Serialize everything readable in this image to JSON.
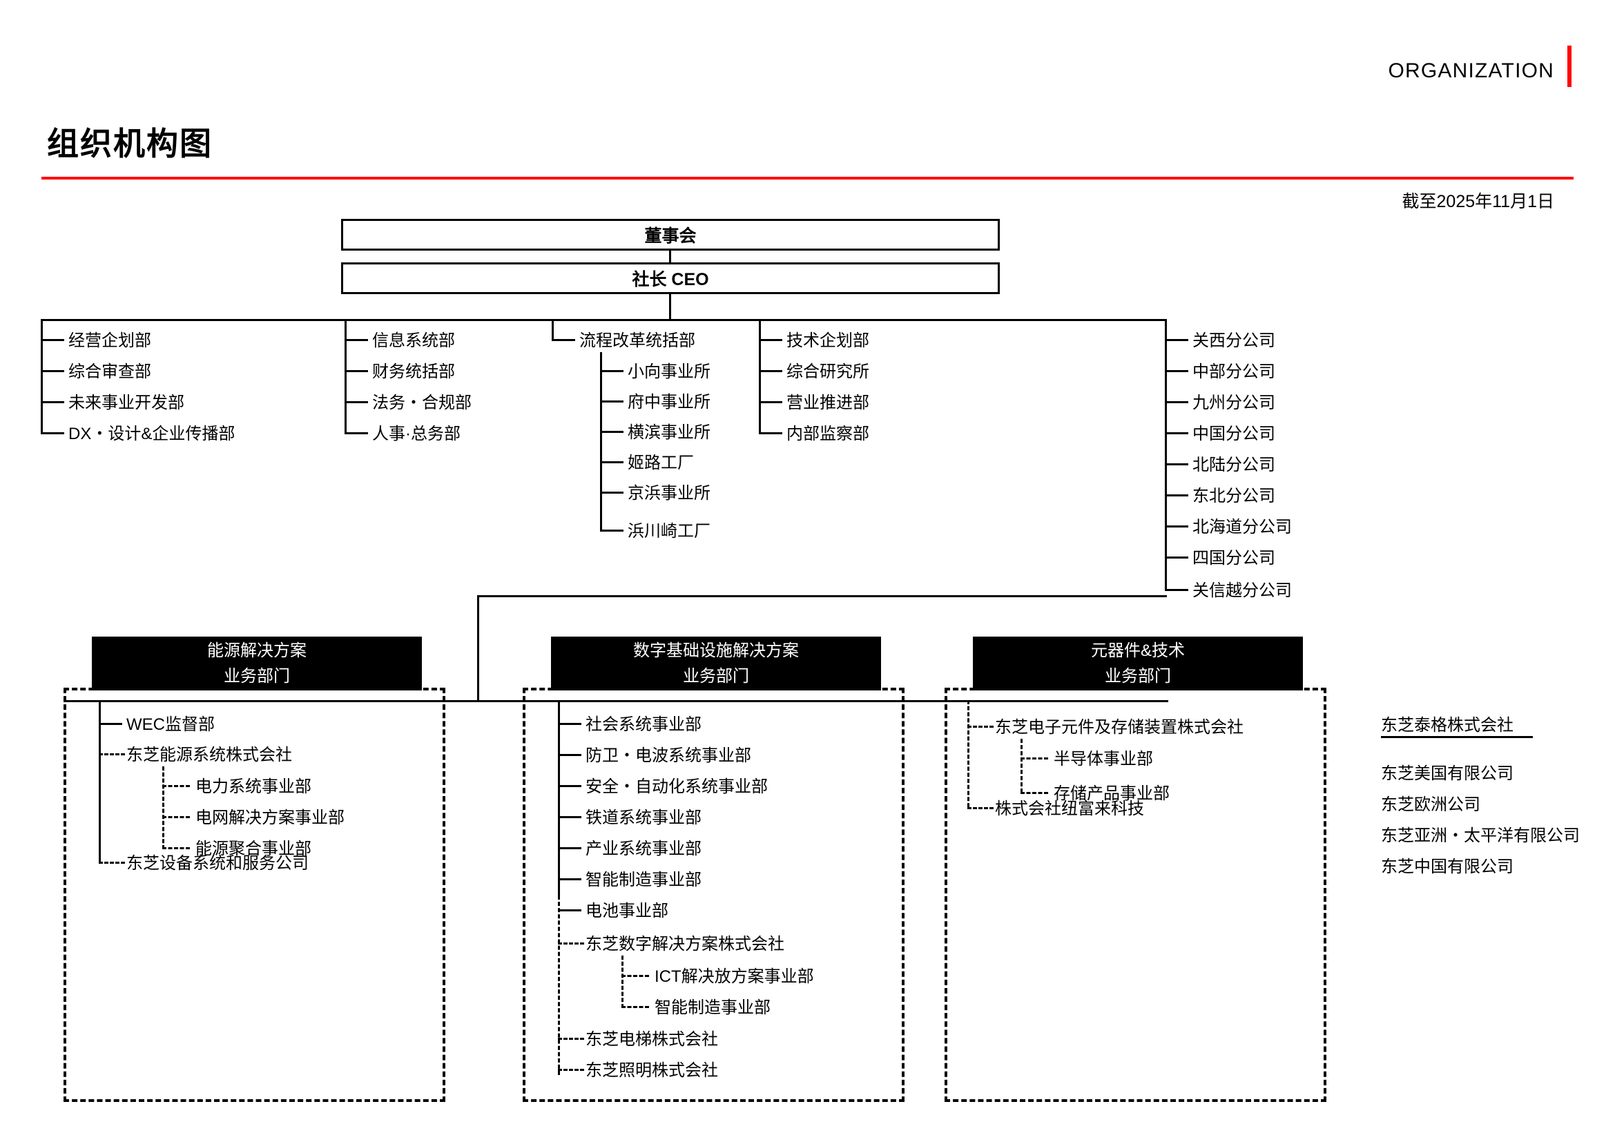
{
  "header": {
    "eyebrow": "ORGANIZATION",
    "title": "组织机构图",
    "as_of": "截至2025年11月1日",
    "accent_color": "#ff0000"
  },
  "top": {
    "board": "董事会",
    "ceo": "社长 CEO"
  },
  "corporate_columns": [
    {
      "name": "col-1",
      "items": [
        {
          "label": "经营企划部"
        },
        {
          "label": "综合审查部"
        },
        {
          "label": "未来事业开发部"
        },
        {
          "label": "DX・设计&企业传播部"
        }
      ]
    },
    {
      "name": "col-2",
      "items": [
        {
          "label": "信息系统部"
        },
        {
          "label": "财务统括部"
        },
        {
          "label": "法务・合规部"
        },
        {
          "label": "人事·总务部"
        }
      ]
    },
    {
      "name": "col-3",
      "items": [
        {
          "label": "流程改革统括部"
        }
      ],
      "children": [
        {
          "label": "小向事业所"
        },
        {
          "label": "府中事业所"
        },
        {
          "label": "横滨事业所"
        },
        {
          "label": "姬路工厂"
        },
        {
          "label": "京浜事业所"
        },
        {
          "label": "浜川崎工厂"
        }
      ]
    },
    {
      "name": "col-4",
      "items": [
        {
          "label": "技术企划部"
        },
        {
          "label": "综合研究所"
        },
        {
          "label": "营业推进部"
        },
        {
          "label": "内部监察部"
        }
      ]
    },
    {
      "name": "col-5",
      "items": [
        {
          "label": "关西分公司"
        },
        {
          "label": "中部分公司"
        },
        {
          "label": "九州分公司"
        },
        {
          "label": "中国分公司"
        },
        {
          "label": "北陆分公司"
        },
        {
          "label": "东北分公司"
        },
        {
          "label": "北海道分公司"
        },
        {
          "label": "四国分公司"
        },
        {
          "label": "关信越分公司"
        }
      ]
    }
  ],
  "divisions": [
    {
      "key": "energy",
      "header_line1": "能源解决方案",
      "header_line2": "业务部门",
      "nodes": [
        {
          "label": "WEC监督部",
          "level": 1,
          "style": "solid"
        },
        {
          "label": "东芝能源系统株式会社",
          "level": 1,
          "style": "dashed"
        },
        {
          "label": "电力系统事业部",
          "level": 2,
          "style": "dashed"
        },
        {
          "label": "电网解决方案事业部",
          "level": 2,
          "style": "dashed"
        },
        {
          "label": "能源聚合事业部",
          "level": 2,
          "style": "dashed"
        },
        {
          "label": "东芝设备系统和服务公司",
          "level": 1,
          "style": "dashed"
        }
      ]
    },
    {
      "key": "digital",
      "header_line1": "数字基础设施解决方案",
      "header_line2": "业务部门",
      "nodes": [
        {
          "label": "社会系统事业部",
          "level": 1,
          "style": "solid"
        },
        {
          "label": "防卫・电波系统事业部",
          "level": 1,
          "style": "solid"
        },
        {
          "label": "安全・自动化系统事业部",
          "level": 1,
          "style": "solid"
        },
        {
          "label": "铁道系统事业部",
          "level": 1,
          "style": "solid"
        },
        {
          "label": "产业系统事业部",
          "level": 1,
          "style": "solid"
        },
        {
          "label": "智能制造事业部",
          "level": 1,
          "style": "solid"
        },
        {
          "label": "电池事业部",
          "level": 1,
          "style": "solid"
        },
        {
          "label": "东芝数字解决方案株式会社",
          "level": 1,
          "style": "dashed"
        },
        {
          "label": "ICT解决放方案事业部",
          "level": 2,
          "style": "dashed"
        },
        {
          "label": "智能制造事业部",
          "level": 2,
          "style": "dashed"
        },
        {
          "label": "东芝电梯株式会社",
          "level": 1,
          "style": "dashed"
        },
        {
          "label": "东芝照明株式会社",
          "level": 1,
          "style": "dashed"
        }
      ]
    },
    {
      "key": "devices",
      "header_line1": "元器件&技术",
      "header_line2": "业务部门",
      "nodes": [
        {
          "label": "东芝电子元件及存储装置株式会社",
          "level": 1,
          "style": "dashed"
        },
        {
          "label": "半导体事业部",
          "level": 2,
          "style": "dashed"
        },
        {
          "label": "存储产品事业部",
          "level": 2,
          "style": "dashed"
        },
        {
          "label": "株式会社纽富来科技",
          "level": 1,
          "style": "dashed"
        }
      ]
    }
  ],
  "affiliates": {
    "primary": "东芝泰格株式会社",
    "overseas": [
      "东芝美国有限公司",
      "东芝欧洲公司",
      "东芝亚洲・太平洋有限公司",
      "东芝中国有限公司"
    ]
  }
}
